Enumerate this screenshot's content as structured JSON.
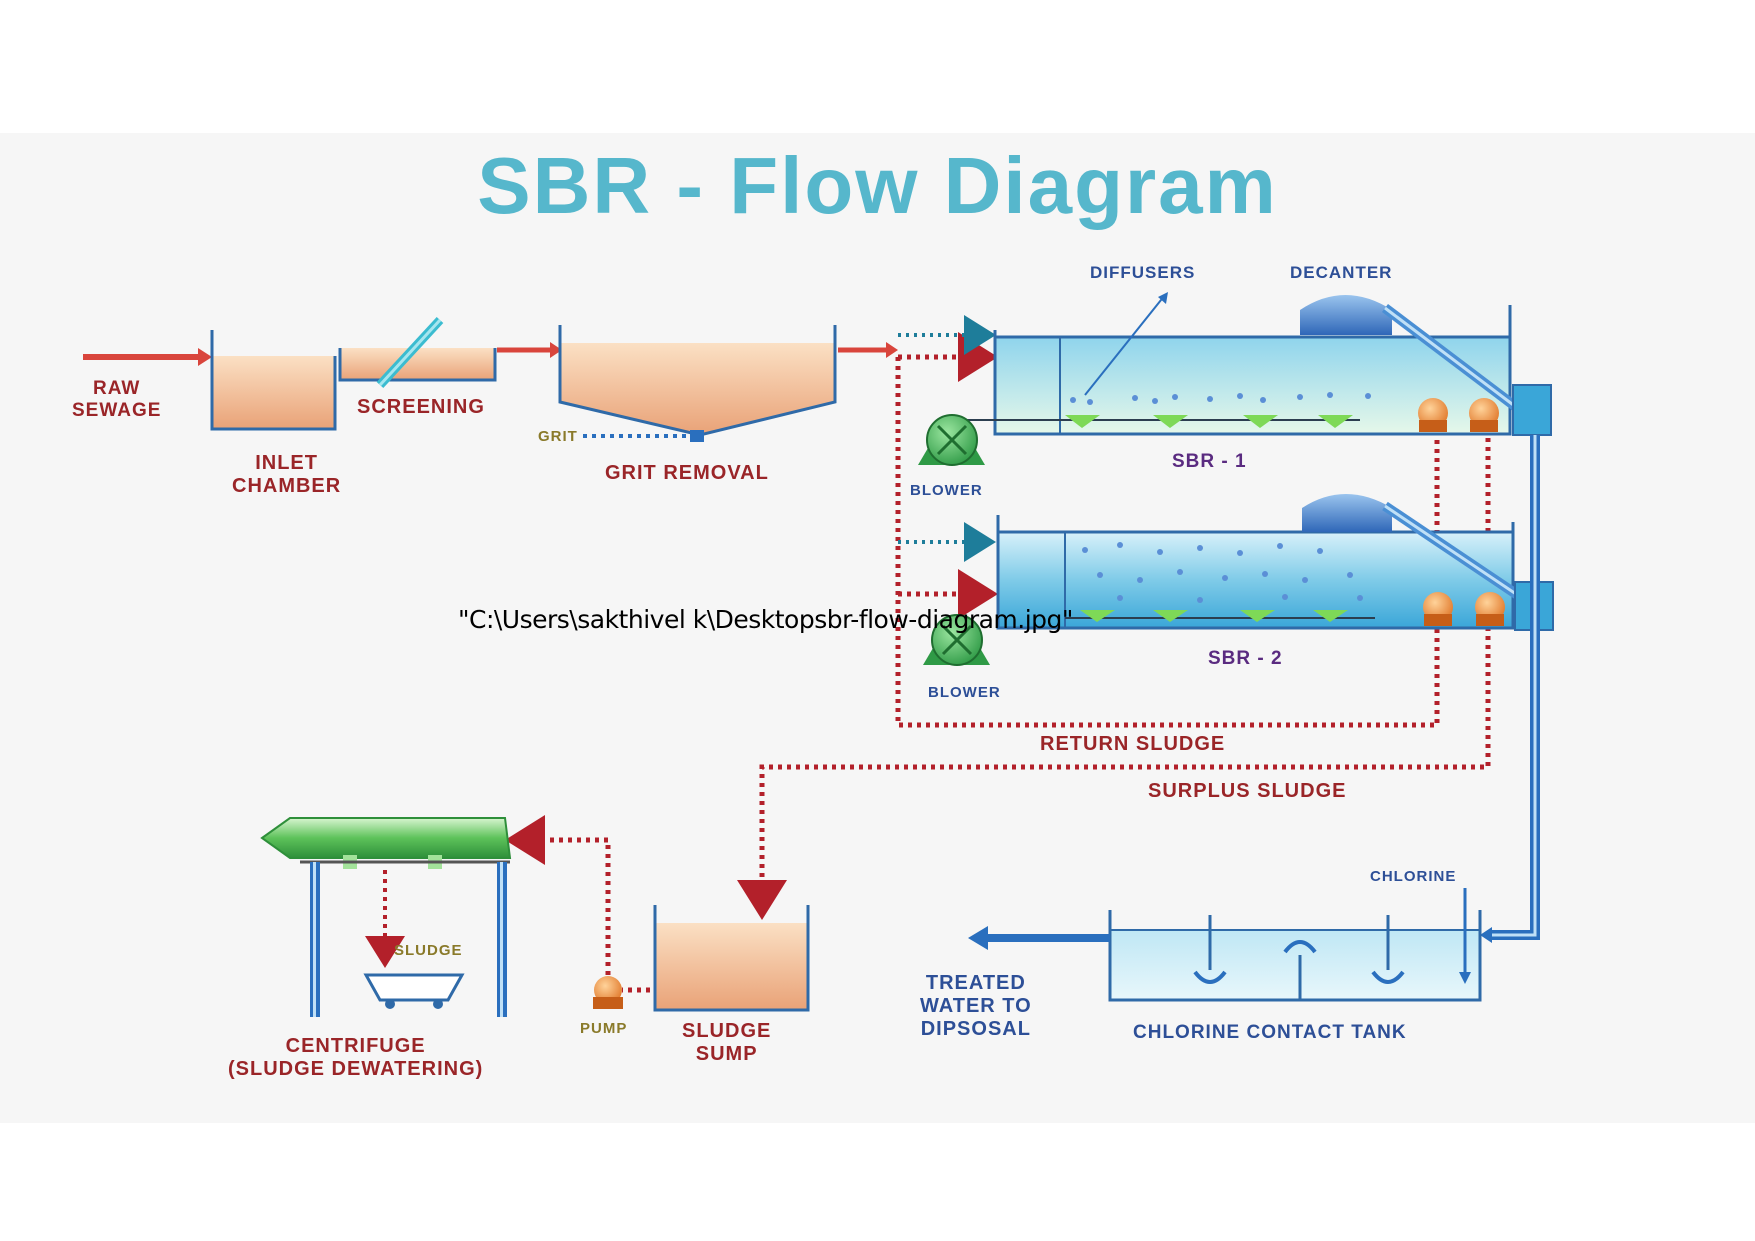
{
  "title": "SBR - Flow Diagram",
  "file_path_text": "\"C:\\Users\\sakthivel k\\Desktopsbr-flow-diagram.jpg\"",
  "labels": {
    "raw_sewage": [
      "RAW",
      "SEWAGE"
    ],
    "inlet_chamber": [
      "INLET",
      "CHAMBER"
    ],
    "screening": "SCREENING",
    "grit": "GRIT",
    "grit_removal": "GRIT REMOVAL",
    "diffusers": "DIFFUSERS",
    "decanter": "DECANTER",
    "blower_1": "BLOWER",
    "blower_2": "BLOWER",
    "sbr_1": "SBR - 1",
    "sbr_2": "SBR - 2",
    "return_sludge": "RETURN SLUDGE",
    "surplus_sludge": "SURPLUS SLUDGE",
    "chlorine": "CHLORINE",
    "treated_water": [
      "TREATED",
      "WATER TO",
      "DIPSOSAL"
    ],
    "chlorine_contact_tank": "CHLORINE CONTACT TANK",
    "sludge": "SLUDGE",
    "pump": "PUMP",
    "sludge_sump": [
      "SLUDGE",
      "SUMP"
    ],
    "centrifuge": [
      "CENTRIFUGE",
      "(SLUDGE DEWATERING)"
    ]
  },
  "colors": {
    "title": "#56b7cc",
    "sludge_line": "#b3202a",
    "water_line": "#2a6fbe",
    "tank_fill": "#f0b888",
    "sbr_water": "#7fd3ec",
    "label_red": "#9a2528",
    "label_blue": "#2d4f97"
  }
}
